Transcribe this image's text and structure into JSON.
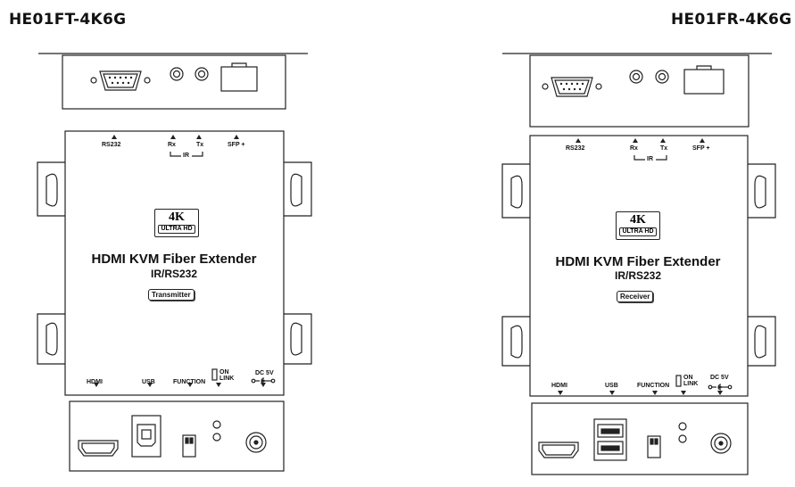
{
  "titles": {
    "left": "HE01FT-4K6G",
    "right": "HE01FR-4K6G"
  },
  "devices": [
    {
      "id": "transmitter",
      "product_name": "HDMI KVM Fiber Extender",
      "sub_name": "IR/RS232",
      "role_badge": "Transmitter",
      "logo_4k": "4K",
      "logo_ultra_hd": "ULTRA HD",
      "top_labels": {
        "rs232": "RS232",
        "rx": "Rx",
        "tx": "Tx",
        "ir": "IR",
        "sfp": "SFP +"
      },
      "bottom_labels": {
        "hdmi": "HDMI",
        "usb": "USB",
        "function": "FUNCTION",
        "on": "ON",
        "link": "LINK",
        "dc": "DC 5V"
      },
      "usb_port": "usb-b"
    },
    {
      "id": "receiver",
      "product_name": "HDMI KVM Fiber Extender",
      "sub_name": "IR/RS232",
      "role_badge": "Receiver",
      "logo_4k": "4K",
      "logo_ultra_hd": "ULTRA HD",
      "top_labels": {
        "rs232": "RS232",
        "rx": "Rx",
        "tx": "Tx",
        "ir": "IR",
        "sfp": "SFP +"
      },
      "bottom_labels": {
        "hdmi": "HDMI",
        "usb": "USB",
        "function": "FUNCTION",
        "on": "ON",
        "link": "LINK",
        "dc": "DC 5V"
      },
      "usb_port": "usb-a-dual"
    }
  ]
}
